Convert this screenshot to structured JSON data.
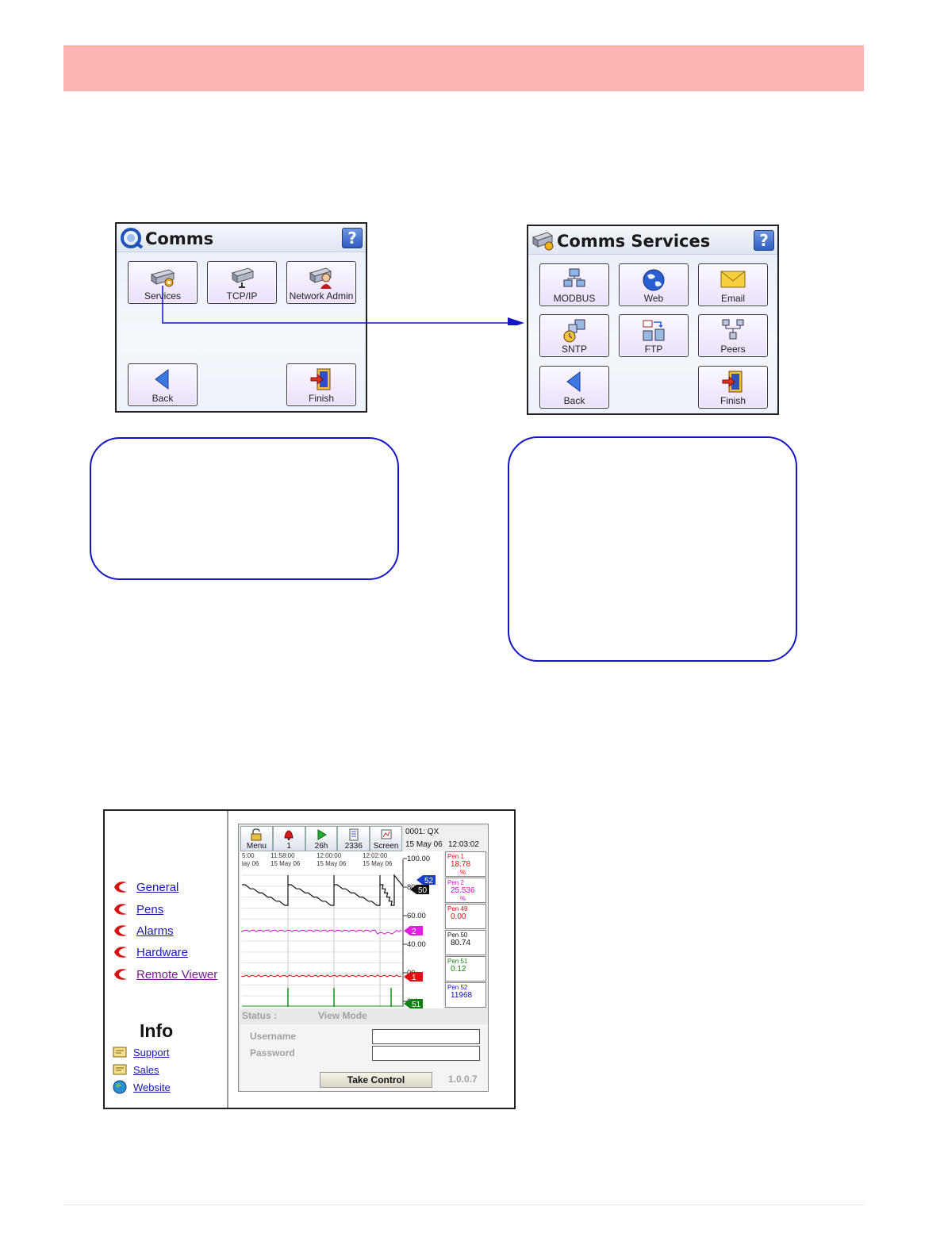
{
  "comms": {
    "title": "Comms",
    "help": "?",
    "buttons": {
      "services": "Services",
      "tcpip": "TCP/IP",
      "network_admin": "Network Admin",
      "back": "Back",
      "finish": "Finish"
    }
  },
  "comms_services": {
    "title": "Comms Services",
    "help": "?",
    "buttons": {
      "modbus": "MODBUS",
      "web": "Web",
      "email": "Email",
      "sntp": "SNTP",
      "ftp": "FTP",
      "peers": "Peers",
      "back": "Back",
      "finish": "Finish"
    }
  },
  "web_viewer": {
    "nav": {
      "general": "General",
      "pens": "Pens",
      "alarms": "Alarms",
      "hardware": "Hardware",
      "remote_viewer": "Remote Viewer"
    },
    "info_title": "Info",
    "info_links": {
      "support": "Support",
      "sales": "Sales",
      "website": "Website"
    },
    "toolbar": {
      "menu": "Menu",
      "alarm": "1",
      "play": "26h",
      "log": "2336",
      "screen": "Screen"
    },
    "device_id": "0001: QX",
    "date": "15 May 06",
    "time": "12:03:02",
    "time_labels": [
      {
        "time": "5:00",
        "date": "lay 06"
      },
      {
        "time": "11:58:00",
        "date": "15 May 06"
      },
      {
        "time": "12:00:00",
        "date": "15 May 06"
      },
      {
        "time": "12:02:00",
        "date": "15 May 06"
      }
    ],
    "scale_labels": [
      "100.00",
      "80",
      "60.00",
      "40.00",
      "00",
      "0.4"
    ],
    "pen_markers": [
      "52",
      "50",
      "2",
      "1",
      "51"
    ],
    "pens": [
      {
        "name": "Pen 1",
        "value": "18.78",
        "unit": "%",
        "color": "#d01010"
      },
      {
        "name": "Pen 2",
        "value": "25.536",
        "unit": "%",
        "color": "#d010d0"
      },
      {
        "name": "Pen 49",
        "value": "0.00",
        "unit": "",
        "color": "#d01010"
      },
      {
        "name": "Pen 50",
        "value": "80.74",
        "unit": "",
        "color": "#111111"
      },
      {
        "name": "Pen 51",
        "value": "0.12",
        "unit": "",
        "color": "#108010"
      },
      {
        "name": "Pen 52",
        "value": "11968",
        "unit": "",
        "color": "#1010c0"
      }
    ],
    "status_label": "Status :",
    "status_value": "View Mode",
    "username_label": "Username",
    "password_label": "Password",
    "take_control": "Take Control",
    "version": "1.0.0.7"
  }
}
